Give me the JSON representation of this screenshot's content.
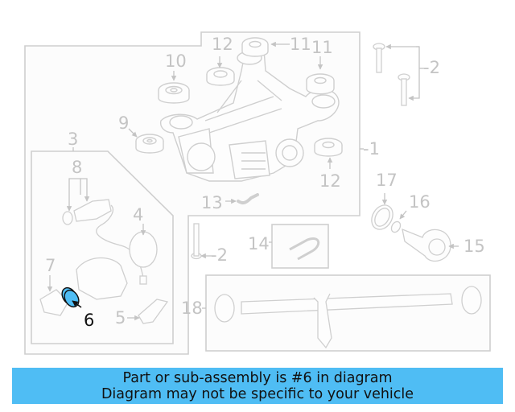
{
  "diagram": {
    "highlighted_part": "6",
    "callouts": [
      {
        "id": "1",
        "label": "-1"
      },
      {
        "id": "2a",
        "label": "-2"
      },
      {
        "id": "2b",
        "label": "-2"
      },
      {
        "id": "3",
        "label": "3"
      },
      {
        "id": "4",
        "label": "4"
      },
      {
        "id": "5",
        "label": "5"
      },
      {
        "id": "6",
        "label": "6"
      },
      {
        "id": "7",
        "label": "7"
      },
      {
        "id": "8",
        "label": "8"
      },
      {
        "id": "9",
        "label": "9"
      },
      {
        "id": "10",
        "label": "10"
      },
      {
        "id": "11a",
        "label": "11"
      },
      {
        "id": "11b",
        "label": "11"
      },
      {
        "id": "12a",
        "label": "12"
      },
      {
        "id": "12b",
        "label": "12"
      },
      {
        "id": "13",
        "label": "13"
      },
      {
        "id": "14",
        "label": "14"
      },
      {
        "id": "15",
        "label": "15"
      },
      {
        "id": "16",
        "label": "16"
      },
      {
        "id": "17",
        "label": "17"
      },
      {
        "id": "18",
        "label": "18"
      }
    ],
    "colors": {
      "line": "#cfcfcf",
      "label": "#c4c4c4",
      "highlight_fill": "#4fbdf4",
      "highlight_outline": "#111111",
      "banner_bg": "#4fbdf4"
    }
  },
  "banner": {
    "line1": "Part or sub-assembly is #6 in diagram",
    "line2": "Diagram may not be specific to your vehicle"
  }
}
